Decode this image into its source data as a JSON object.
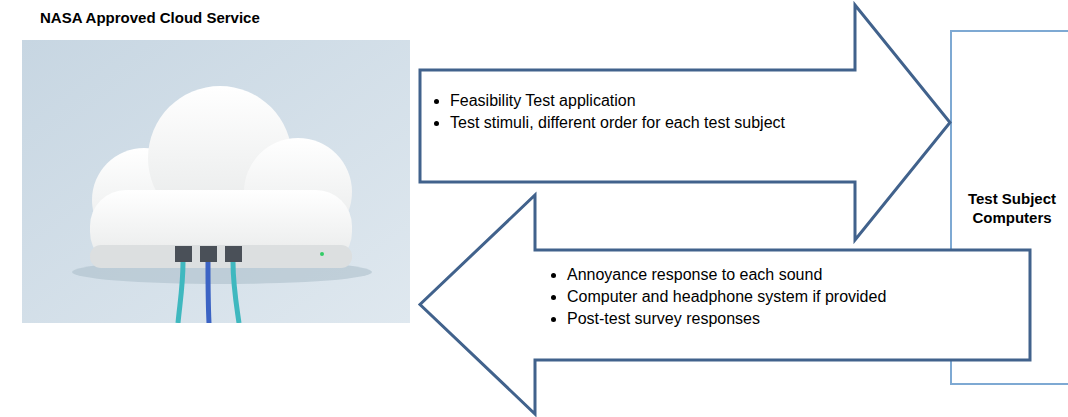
{
  "diagram": {
    "nodes": [
      {
        "text": [
          "NASA Approved Cloud Service"
        ]
      },
      {
        "text": [
          "Test Subject Computers"
        ]
      }
    ],
    "edges": [
      {
        "from": 0,
        "to": 1,
        "arrow": "to"
      },
      {
        "from": 1,
        "to": 0,
        "arrow": "to"
      }
    ],
    "labels": [
      "Feasibility Test application",
      "Test stimuli, different order for each test subject",
      "Annoyance response to each sound",
      "Computer and headphone system if provided",
      "Post-test survey responses"
    ]
  }
}
